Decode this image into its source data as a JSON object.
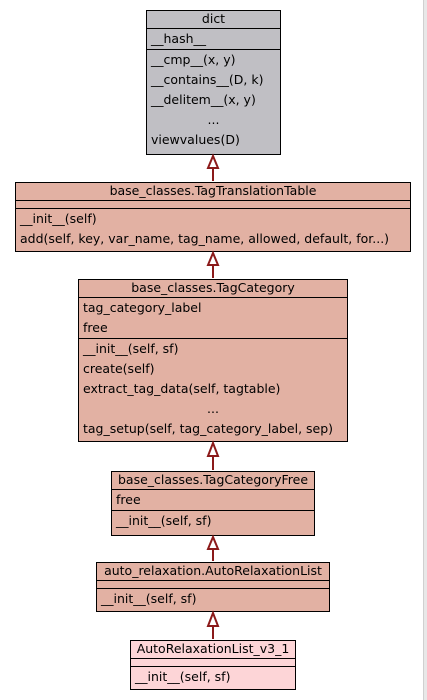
{
  "colors": {
    "dict_fill": "#c0bfc4",
    "class_fill": "#e2b1a3",
    "leaf_fill": "#fdd5d7",
    "edge_color": "#8b1a1a"
  },
  "classes": {
    "dict": {
      "name": "dict",
      "attributes": [
        "__hash__"
      ],
      "methods": [
        "__cmp__(x, y)",
        "__contains__(D, k)",
        "__delitem__(x, y)",
        "...",
        "viewvalues(D)"
      ]
    },
    "tag_translation_table": {
      "name": "base_classes.TagTranslationTable",
      "attributes": [],
      "methods": [
        "__init__(self)",
        "add(self, key, var_name, tag_name, allowed, default, for...)"
      ]
    },
    "tag_category": {
      "name": "base_classes.TagCategory",
      "attributes": [
        "tag_category_label",
        "free"
      ],
      "methods": [
        "__init__(self, sf)",
        "create(self)",
        "extract_tag_data(self, tagtable)",
        "...",
        "tag_setup(self, tag_category_label, sep)"
      ]
    },
    "tag_category_free": {
      "name": "base_classes.TagCategoryFree",
      "attributes": [
        "free"
      ],
      "methods": [
        "__init__(self, sf)"
      ]
    },
    "auto_relaxation_list": {
      "name": "auto_relaxation.AutoRelaxationList",
      "attributes": [],
      "methods": [
        "__init__(self, sf)"
      ]
    },
    "auto_relaxation_list_v3_1": {
      "name": "AutoRelaxationList_v3_1",
      "attributes": [],
      "methods": [
        "__init__(self, sf)"
      ]
    }
  }
}
